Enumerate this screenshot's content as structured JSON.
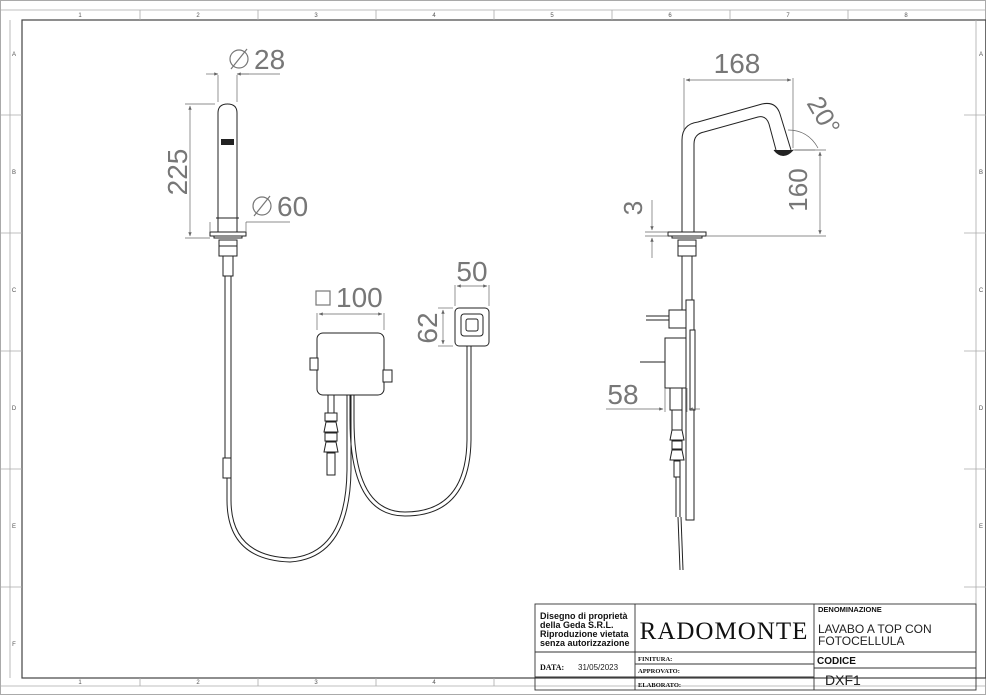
{
  "frame": {
    "columns": [
      "1",
      "2",
      "3",
      "4",
      "5",
      "6",
      "7",
      "8"
    ],
    "rows": [
      "A",
      "B",
      "C",
      "D",
      "E",
      "F"
    ]
  },
  "dimensions": {
    "diam_28": "28",
    "height_225": "225",
    "diam_60": "60",
    "box_100": "100",
    "width_50": "50",
    "height_62": "62",
    "reach_168": "168",
    "angle_20": "20°",
    "height_160": "160",
    "thickness_3": "3",
    "depth_58": "58"
  },
  "title_block": {
    "ownership_lines": [
      "Disegno di proprietà",
      "della Geda S.R.L.",
      "Riproduzione vietata",
      "senza autorizzazione"
    ],
    "date_label": "DATA:",
    "date_value": "31/05/2023",
    "brand": "RADOMONTE",
    "finish_label": "FINITURA:",
    "approved_label": "APPROVATO:",
    "drafted_label": "ELABORATO:",
    "name_label": "DENOMINAZIONE",
    "name_lines": [
      "LAVABO A TOP CON",
      "FOTOCELLULA"
    ],
    "code_label": "CODICE",
    "code_value": "DXF1"
  }
}
